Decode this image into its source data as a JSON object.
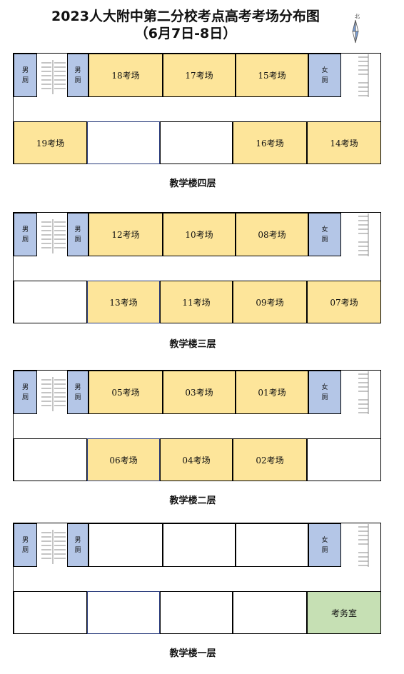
{
  "header": {
    "title_line1": "2023人大附中第二分校考点高考考场分布图",
    "title_line2": "（6月7日-8日）",
    "compass_label": "北"
  },
  "colors": {
    "exam_room": "#fde59a",
    "restroom": "#b4c6e7",
    "office": "#c6e0b4"
  },
  "labels": {
    "male_wc": [
      "男",
      "厕"
    ],
    "female_wc": [
      "女",
      "厕"
    ]
  },
  "floors": [
    {
      "label": "教学楼四层",
      "top_rooms": [
        "18考场",
        "17考场",
        "15考场"
      ],
      "bottom_rooms": [
        "19考场",
        "",
        "",
        "16考场",
        "14考场"
      ]
    },
    {
      "label": "教学楼三层",
      "top_rooms": [
        "12考场",
        "10考场",
        "08考场"
      ],
      "bottom_rooms": [
        "",
        "13考场",
        "11考场",
        "09考场",
        "07考场"
      ]
    },
    {
      "label": "教学楼二层",
      "top_rooms": [
        "05考场",
        "03考场",
        "01考场"
      ],
      "bottom_rooms": [
        "",
        "06考场",
        "04考场",
        "02考场",
        ""
      ]
    },
    {
      "label": "教学楼一层",
      "top_rooms": [
        "",
        "",
        ""
      ],
      "bottom_rooms": [
        "",
        "",
        "",
        "",
        "考务室"
      ]
    }
  ]
}
